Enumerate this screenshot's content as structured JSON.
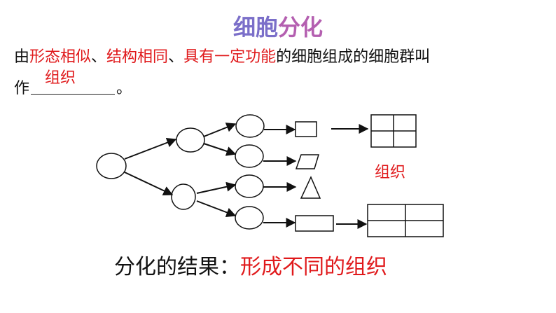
{
  "title": {
    "part1": "细胞",
    "part2": "分化"
  },
  "definition": {
    "prefix": "由",
    "condition1": "形态相似",
    "sep1": "、",
    "condition2": "结构相同",
    "sep2": "、",
    "condition3": "具有一定功能",
    "middle": "的细胞组成的细胞群叫",
    "line2_prefix": "作",
    "answer": "组织",
    "end": "。"
  },
  "diagram": {
    "tissue_label": "组织"
  },
  "result": {
    "label": "分化的结果：",
    "value": "形成不同的组织"
  }
}
